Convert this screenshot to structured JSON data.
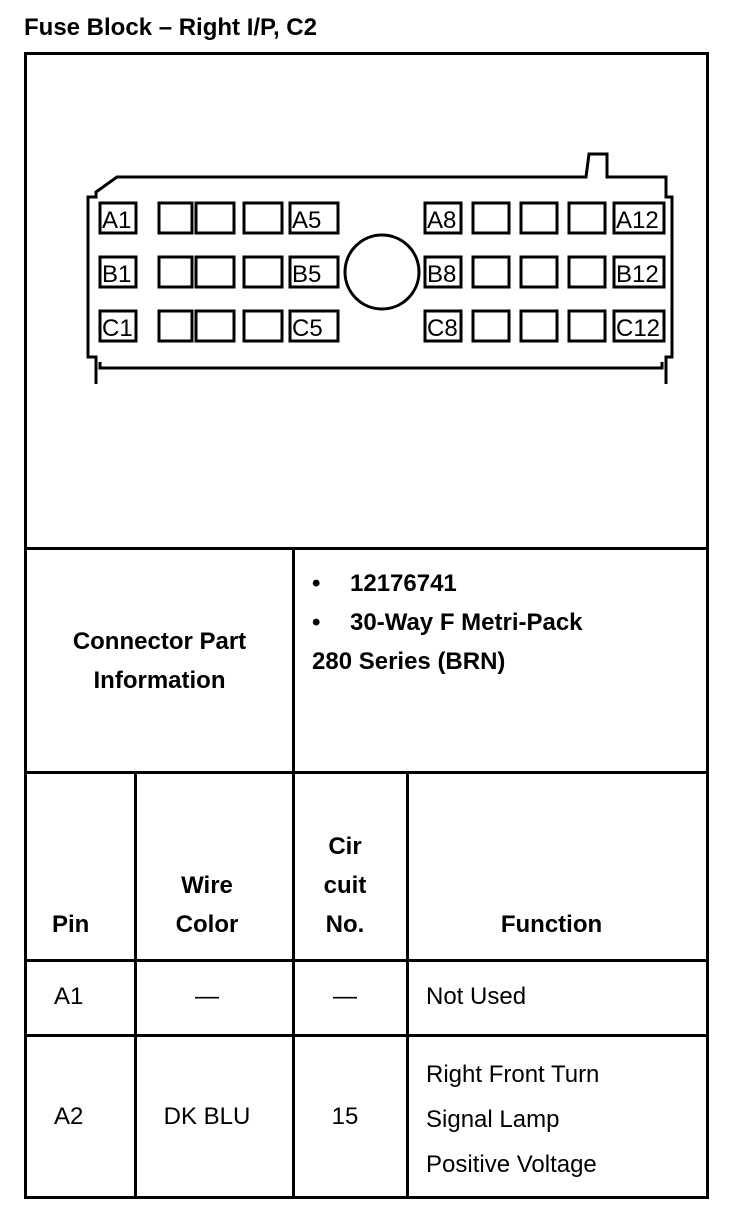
{
  "title": "Fuse Block – Right I/P, C2",
  "connector": {
    "row_a": [
      "A1",
      "A5",
      "A8",
      "A12"
    ],
    "row_b": [
      "B1",
      "B5",
      "B8",
      "B12"
    ],
    "row_c": [
      "C1",
      "C5",
      "C8",
      "C12"
    ]
  },
  "part_info": {
    "label_line1": "Connector Part",
    "label_line2": "Information",
    "bullet": "•",
    "part_number": "12176741",
    "description": "30-Way F Metri-Pack",
    "series": "280 Series (BRN)"
  },
  "table": {
    "headers": {
      "pin": "Pin",
      "wire_line1": "Wire",
      "wire_line2": "Color",
      "circuit_line1": "Cir",
      "circuit_line2": "cuit",
      "circuit_line3": "No.",
      "function": "Function"
    },
    "rows": [
      {
        "pin": "A1",
        "wire": "—",
        "circuit": "—",
        "function": [
          "Not Used"
        ]
      },
      {
        "pin": "A2",
        "wire": "DK BLU",
        "circuit": "15",
        "function": [
          "Right Front Turn",
          "Signal Lamp",
          "Positive Voltage"
        ]
      }
    ]
  }
}
